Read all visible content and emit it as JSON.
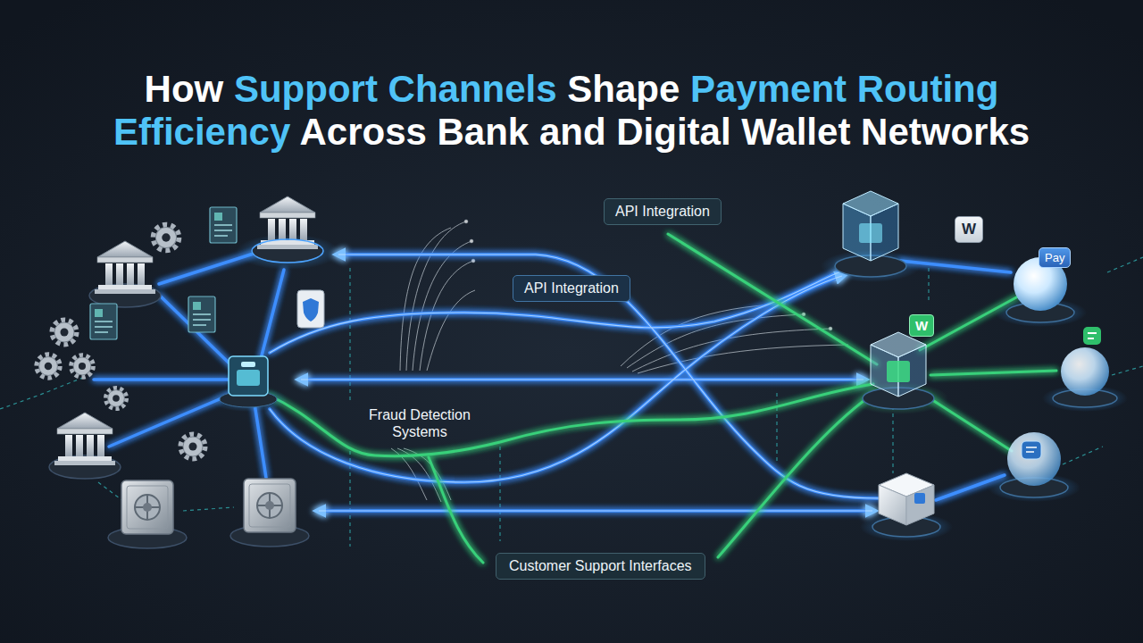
{
  "diagram": {
    "title": "How Support Channels Shape Payment Routing Efficiency Across Bank and Digital Wallet Networks",
    "nodes": [
      {
        "text": [
          "API Integration"
        ]
      },
      {
        "text": [
          "W"
        ]
      },
      {
        "text": [
          "Pay"
        ]
      },
      {
        "text": [
          "API Integration"
        ]
      },
      {
        "text": [
          "W"
        ]
      },
      {
        "text": [
          "Customer Support Interfaces"
        ]
      }
    ],
    "labels": [
      "Fraud Detection Systems"
    ]
  }
}
